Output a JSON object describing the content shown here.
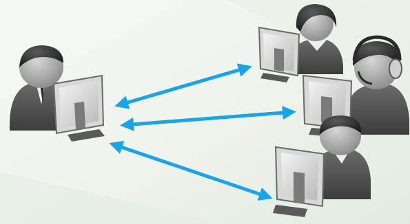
{
  "diagram": {
    "nodes": [
      {
        "id": "host",
        "role": "host-user-at-computer",
        "icon": "person-at-computer-icon"
      },
      {
        "id": "peer-1",
        "role": "remote-user-at-computer",
        "icon": "woman-at-computer-icon"
      },
      {
        "id": "peer-2",
        "role": "remote-user-with-headset",
        "icon": "support-agent-headset-icon"
      },
      {
        "id": "peer-3",
        "role": "remote-user-at-computer",
        "icon": "person-at-computer-icon"
      }
    ],
    "links": [
      {
        "from": "host",
        "to": "peer-1",
        "direction": "both"
      },
      {
        "from": "host",
        "to": "peer-2",
        "direction": "both"
      },
      {
        "from": "host",
        "to": "peer-3",
        "direction": "both"
      }
    ],
    "colors": {
      "arrow": "#1aa3e8",
      "background_light": "#f3f6f2",
      "background_tint": "#e4ede4",
      "figure_dark": "#3a3a3a",
      "figure_mid": "#7a7a7a",
      "monitor_gray": "#9a9a9a"
    }
  }
}
